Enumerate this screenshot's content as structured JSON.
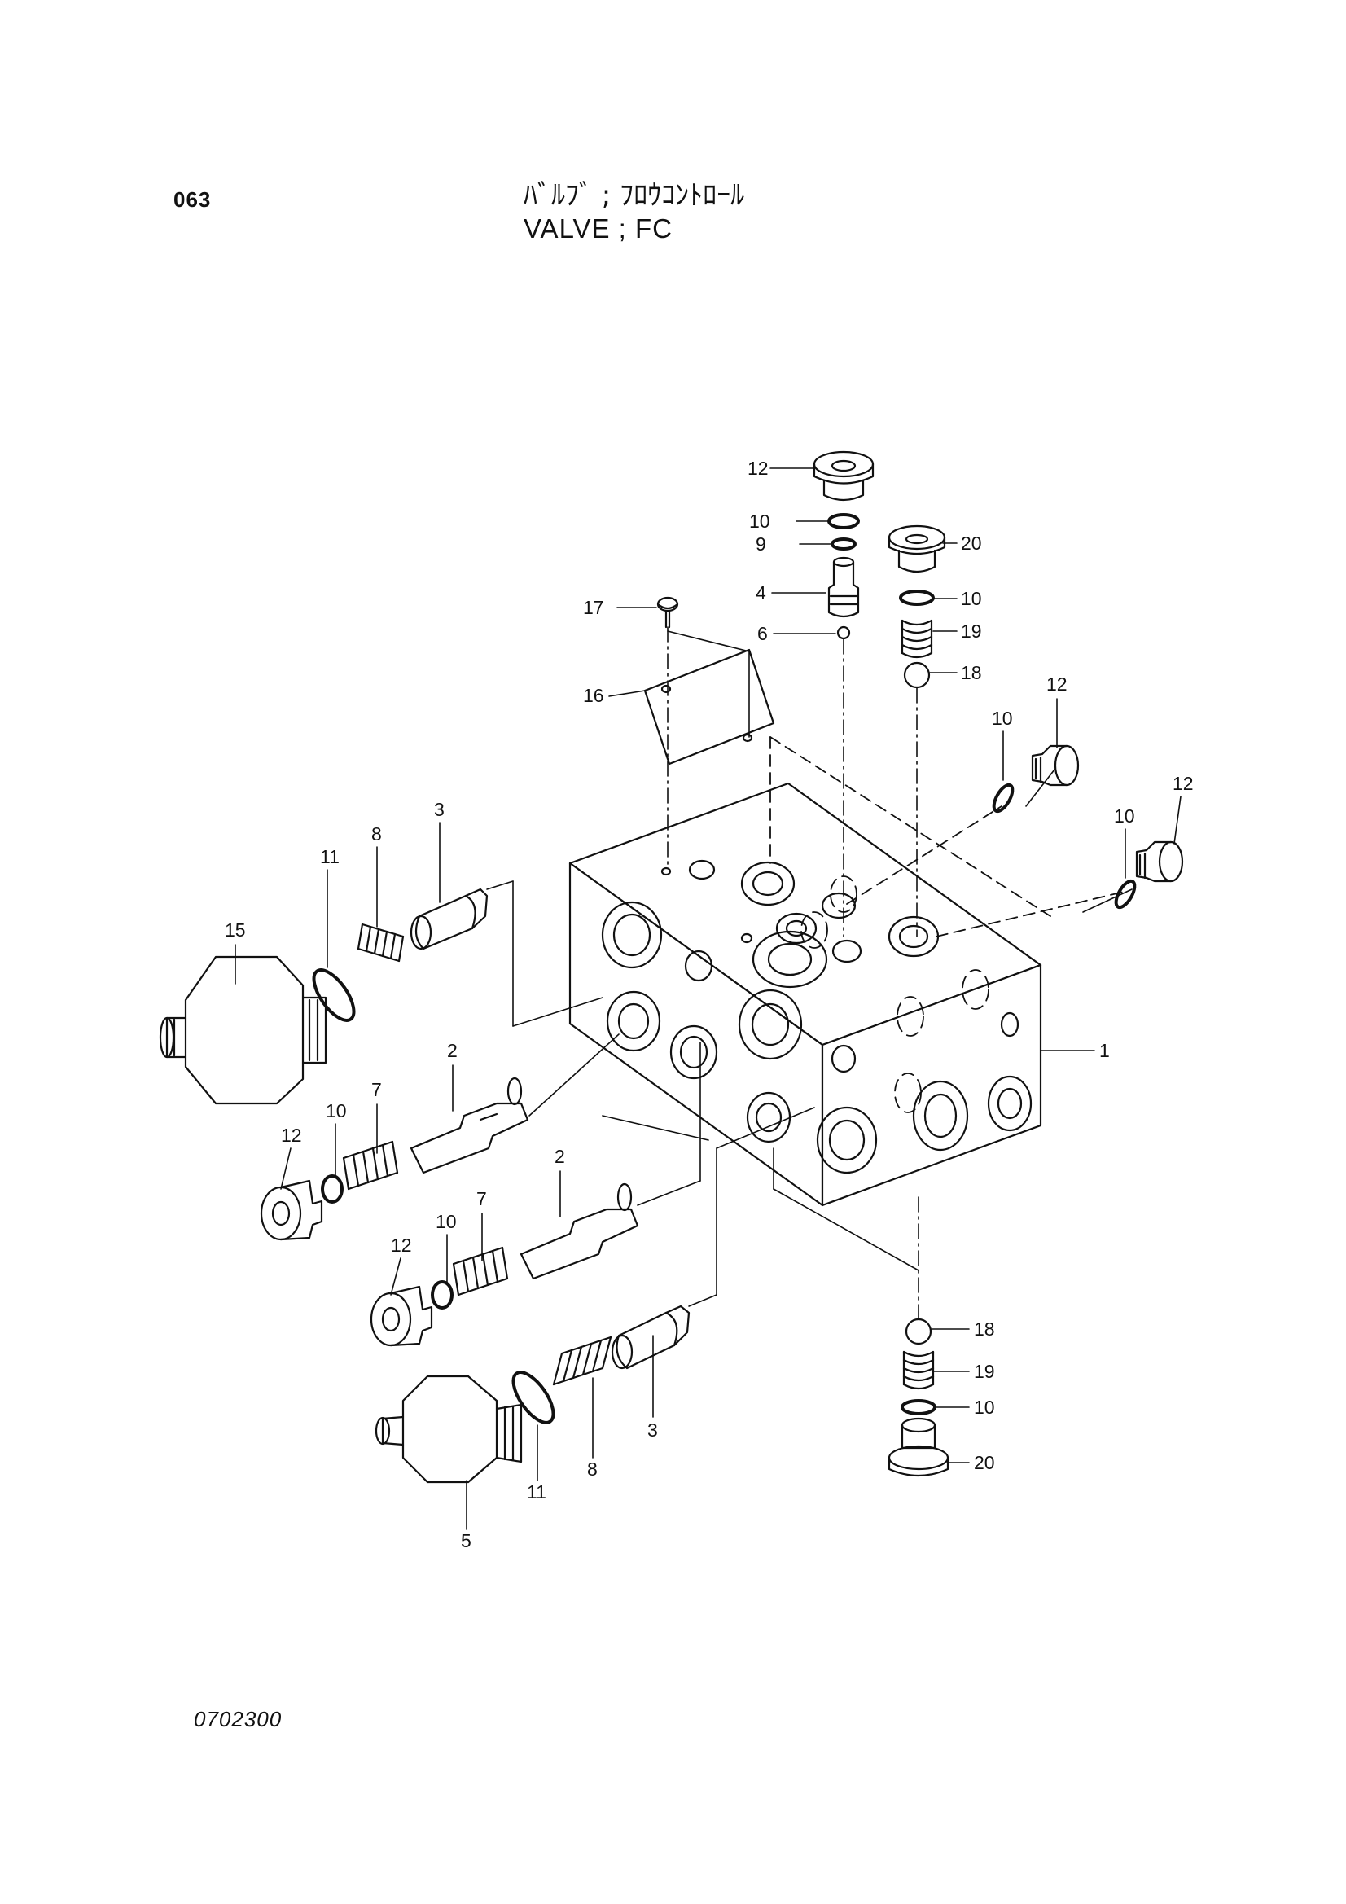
{
  "header": {
    "page_number": "063",
    "title_jp": "ﾊﾞﾙﾌﾞ ; ﾌﾛｳｺﾝﾄﾛｰﾙ",
    "title_en": "VALVE ; FC"
  },
  "footer": {
    "doc_code": "0702300"
  },
  "callouts": {
    "c1": "1",
    "c2a": "2",
    "c2b": "2",
    "c3a": "3",
    "c3b": "3",
    "c4": "4",
    "c5": "5",
    "c6": "6",
    "c7a": "7",
    "c7b": "7",
    "c8a": "8",
    "c8b": "8",
    "c9": "9",
    "c10a": "10",
    "c10b": "10",
    "c10c": "10",
    "c10d": "10",
    "c10e": "10",
    "c10f": "10",
    "c10g": "10",
    "c11a": "11",
    "c11b": "11",
    "c12a": "12",
    "c12b": "12",
    "c12c": "12",
    "c12d": "12",
    "c12e": "12",
    "c15": "15",
    "c16": "16",
    "c17": "17",
    "c18a": "18",
    "c18b": "18",
    "c19a": "19",
    "c19b": "19",
    "c20a": "20",
    "c20b": "20"
  }
}
